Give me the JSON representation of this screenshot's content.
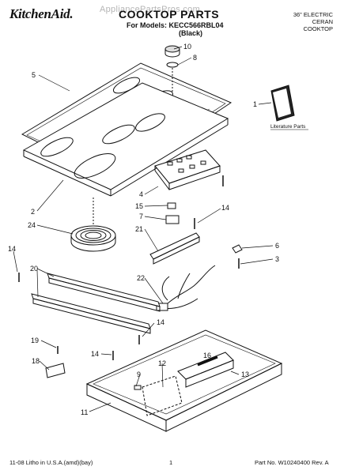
{
  "header": {
    "brand": "KitchenAid.",
    "title": "COOKTOP PARTS",
    "models_line": "For Models: KECC566RBL04",
    "color_line": "(Black)",
    "watermark": "AppliancePartsPros.com",
    "spec_lines": [
      "36\" ELECTRIC",
      "CERAN",
      "COOKTOP"
    ]
  },
  "literature_label": "Literature Parts",
  "callouts": [
    "10",
    "8",
    "5",
    "1",
    "4",
    "15",
    "7",
    "14",
    "2",
    "24",
    "21",
    "6",
    "3",
    "14",
    "20",
    "22",
    "14",
    "19",
    "14",
    "18",
    "16",
    "9",
    "12",
    "13",
    "11"
  ],
  "footer": {
    "left": "11-08 Litho in U.S.A.(amd)(bay)",
    "page": "1",
    "part_no": "Part No. W10240400 Rev. A"
  }
}
